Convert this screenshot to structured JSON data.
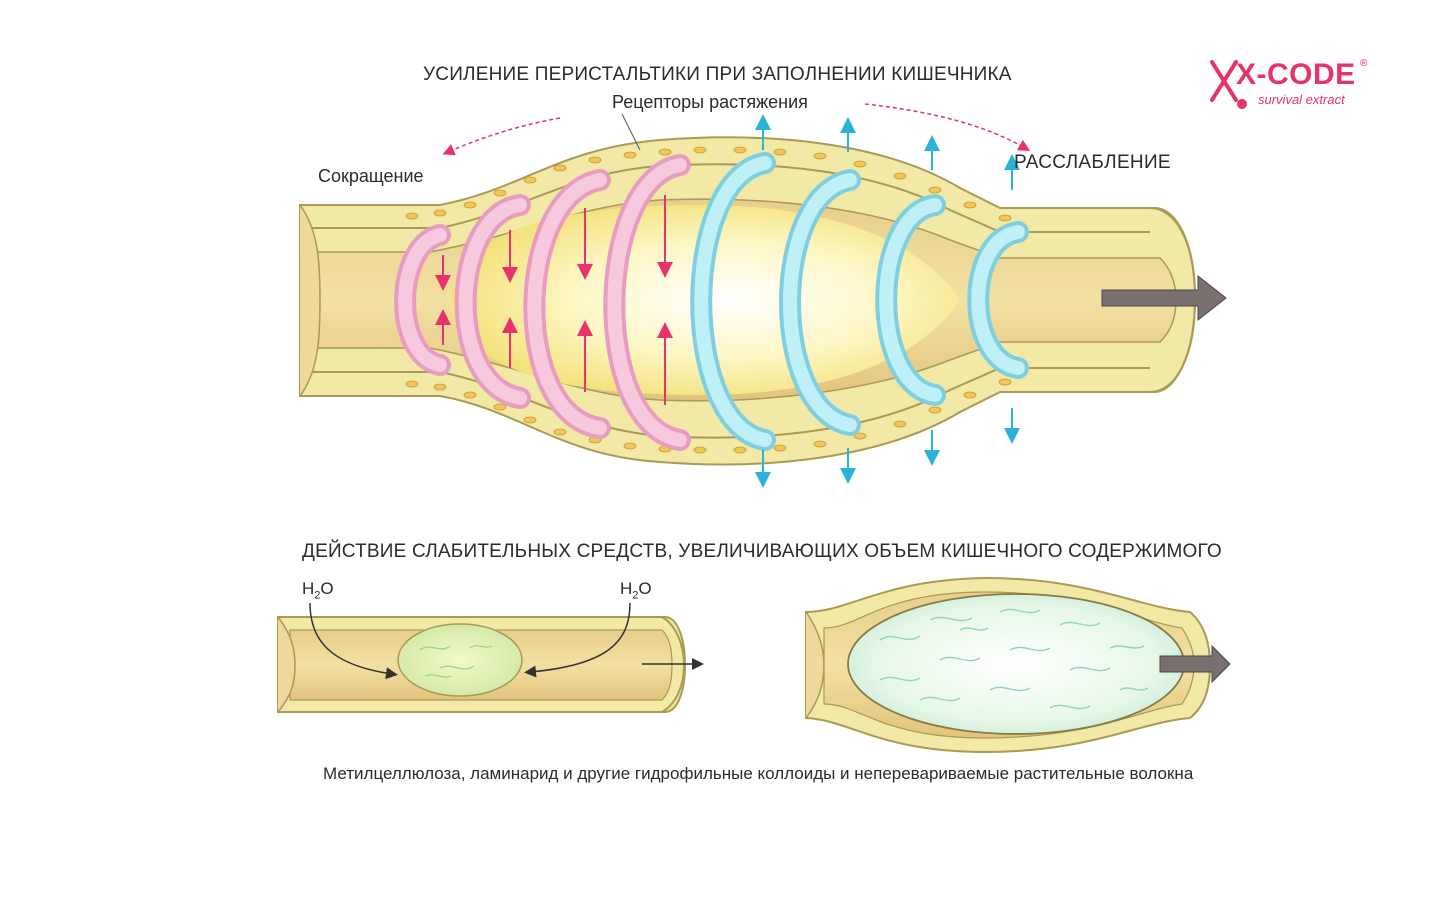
{
  "diagram": {
    "top_title": "УСИЛЕНИЕ ПЕРИСТАЛЬТИКИ ПРИ ЗАПОЛНЕНИИ КИШЕЧНИКА",
    "receptors_label": "Рецепторы растяжения",
    "contraction_label": "Сокращение",
    "relaxation_label": "РАССЛАБЛЕНИЕ",
    "bottom_title": "ДЕЙСТВИЕ СЛАБИТЕЛЬНЫХ СРЕДСТВ, УВЕЛИЧИВАЮЩИХ ОБЪЕМ КИШЕЧНОГО СОДЕРЖИМОГО",
    "h2o_left_main": "H",
    "h2o_left_sub": "2",
    "h2o_left_end": "O",
    "h2o_right_main": "H",
    "h2o_right_sub": "2",
    "h2o_right_end": "O",
    "caption": "Метилцеллюлоза, ламинарид и другие гидрофильные коллоиды и неперевариваемые растительные волокна"
  },
  "logo": {
    "text": "X-CODE",
    "subtitle": "survival extract",
    "registered": "®"
  },
  "colors": {
    "gut_wall": "#f3e9a6",
    "gut_outline": "#a99a55",
    "lumen": "#e8d08a",
    "contraction_ring": "#f4b6d2",
    "relaxation_ring": "#a8e4ef",
    "pink_arrow": "#e8336a",
    "cyan_arrow": "#2ab3d6",
    "content_yellow": "#fbf3a8",
    "fiber_green": "#cfeec6",
    "brand": "#e8336a"
  }
}
